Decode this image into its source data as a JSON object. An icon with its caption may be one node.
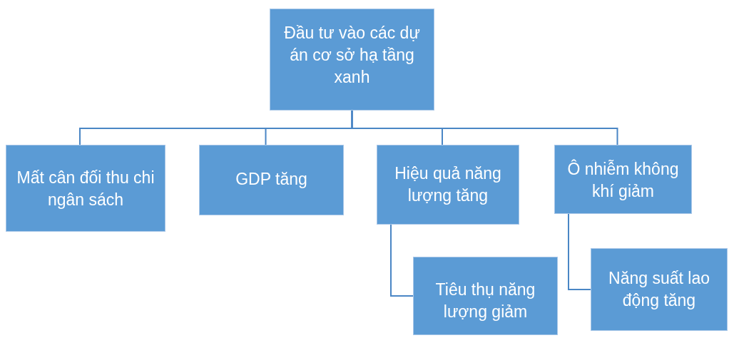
{
  "diagram": {
    "nodes": [
      {
        "text": [
          "Đầu tư vào các dự án cơ sở hạ tầng xanh"
        ]
      },
      {
        "text": [
          "Mất cân đối thu chi ngân sách"
        ]
      },
      {
        "text": [
          "GDP tăng"
        ]
      },
      {
        "text": [
          "Hiệu quả năng lượng tăng"
        ]
      },
      {
        "text": [
          "Ô nhiễm không khí giảm"
        ]
      },
      {
        "text": [
          "Tiêu thụ năng lượng giảm"
        ]
      },
      {
        "text": [
          "Năng suất lao động tăng"
        ]
      }
    ],
    "edges": [
      {
        "from": 0,
        "to": 1,
        "arrow": "none"
      },
      {
        "from": 0,
        "to": 2,
        "arrow": "none"
      },
      {
        "from": 0,
        "to": 3,
        "arrow": "none"
      },
      {
        "from": 0,
        "to": 4,
        "arrow": "none"
      },
      {
        "from": 3,
        "to": 5,
        "arrow": "none"
      },
      {
        "from": 4,
        "to": 6,
        "arrow": "none"
      }
    ]
  }
}
